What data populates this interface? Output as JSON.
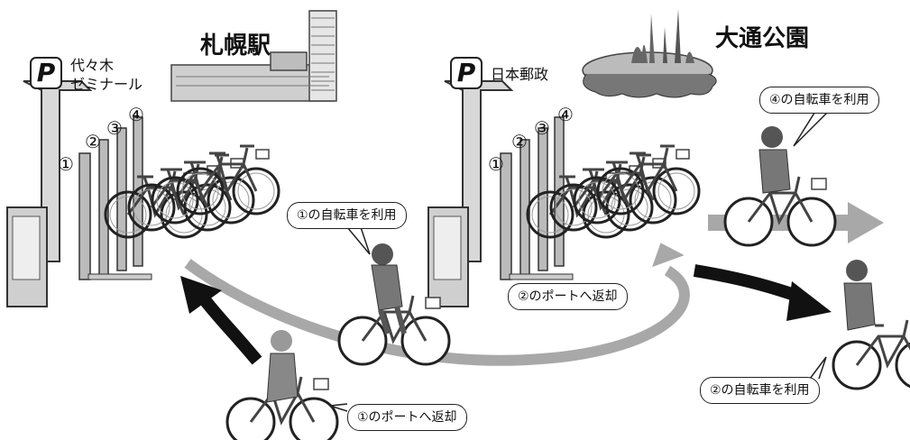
{
  "stations": [
    {
      "name": "札幌駅",
      "parking_letter": "P",
      "parking_label": [
        "代々木",
        "ゼミナール"
      ],
      "port_numbers": [
        "①",
        "②",
        "③",
        "④"
      ]
    },
    {
      "name": "大通公園",
      "parking_letter": "P",
      "parking_label": [
        "日本郵政"
      ],
      "port_numbers": [
        "①",
        "②",
        "③",
        "④"
      ]
    }
  ],
  "bubbles": {
    "use1": "①の自転車を利用",
    "return2": "②のポートへ返却",
    "use4": "④の自転車を利用",
    "use2": "②の自転車を利用",
    "return1": "①のポートへ返却"
  },
  "colors": {
    "gray_arrow": "#a8a8a8",
    "black_arrow": "#111111"
  }
}
